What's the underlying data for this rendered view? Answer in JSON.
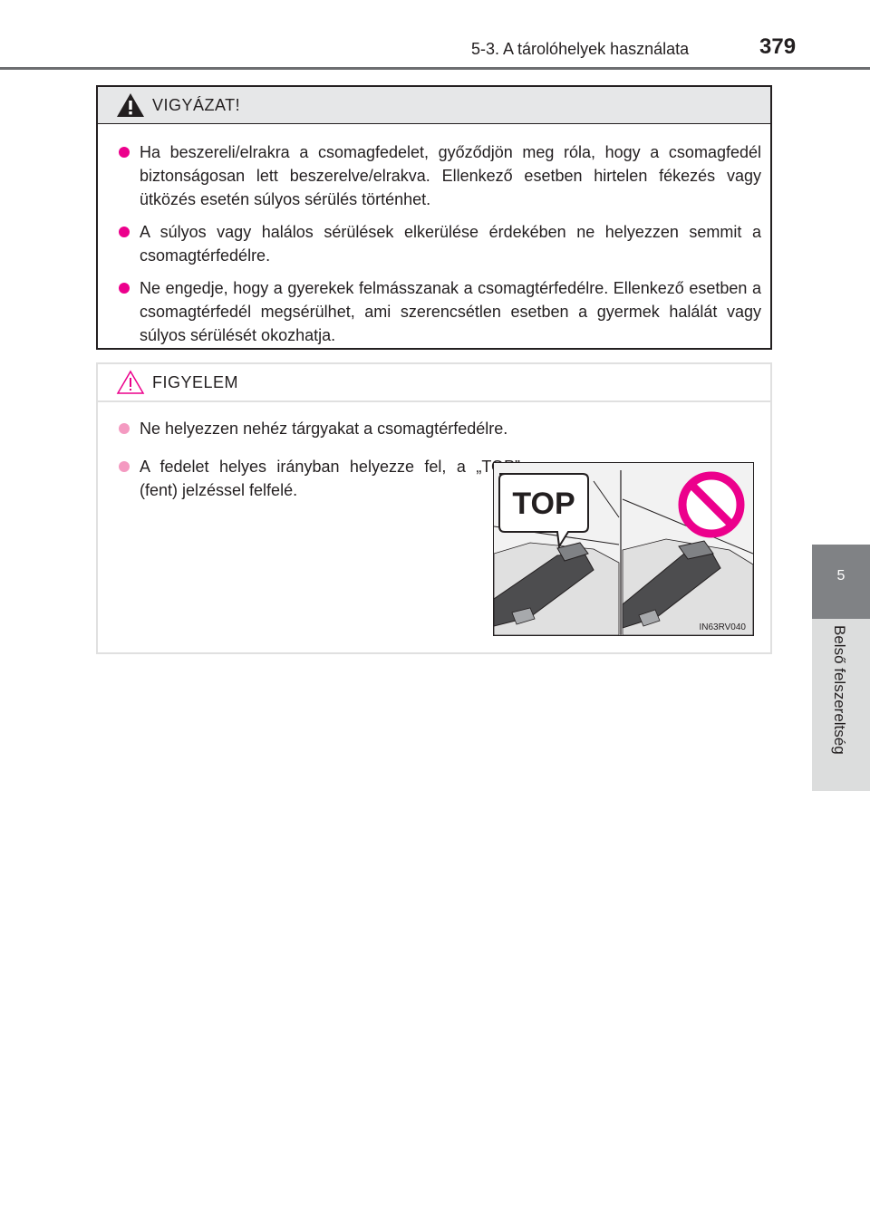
{
  "header": {
    "section_title": "5-3. A tárolóhelyek használata",
    "page_number": "379"
  },
  "side_tab": {
    "chapter_number": "5",
    "chapter_label": "Belső felszereltség"
  },
  "warning": {
    "label": "VIGYÁZAT!",
    "items": [
      "Ha beszereli/elrakra a csomagfedelet, győződjön meg róla, hogy a csomagfedél biztonságosan lett beszerelve/elrakva. Ellenkező esetben hirtelen fékezés vagy ütközés esetén súlyos sérülés történhet.",
      "A súlyos vagy halálos sérülések elkerülése érdekében ne helyezzen semmit a csomagtérfedélre.",
      "Ne engedje, hogy a gyerekek felmásszanak a csomagtérfedélre. Ellenkező esetben a csomagtérfedél megsérülhet, ami szerencsétlen esetben a gyermek halálát vagy súlyos sérülését okozhatja."
    ]
  },
  "caution": {
    "label": "FIGYELEM",
    "items": [
      "Ne helyezzen nehéz tárgyakat a csomagtérfedélre.",
      "A fedelet helyes irányban helyezze fel, a „TOP” (fent) jelzéssel felfelé."
    ],
    "figure": {
      "top_label": "TOP",
      "code": "IN63RV040",
      "prohibited_icon": "no-entry-icon"
    }
  },
  "colors": {
    "warning_bullet": "#ec008c",
    "caution_bullet": "#f49ac1",
    "prohibit_sign": "#ec008c"
  }
}
